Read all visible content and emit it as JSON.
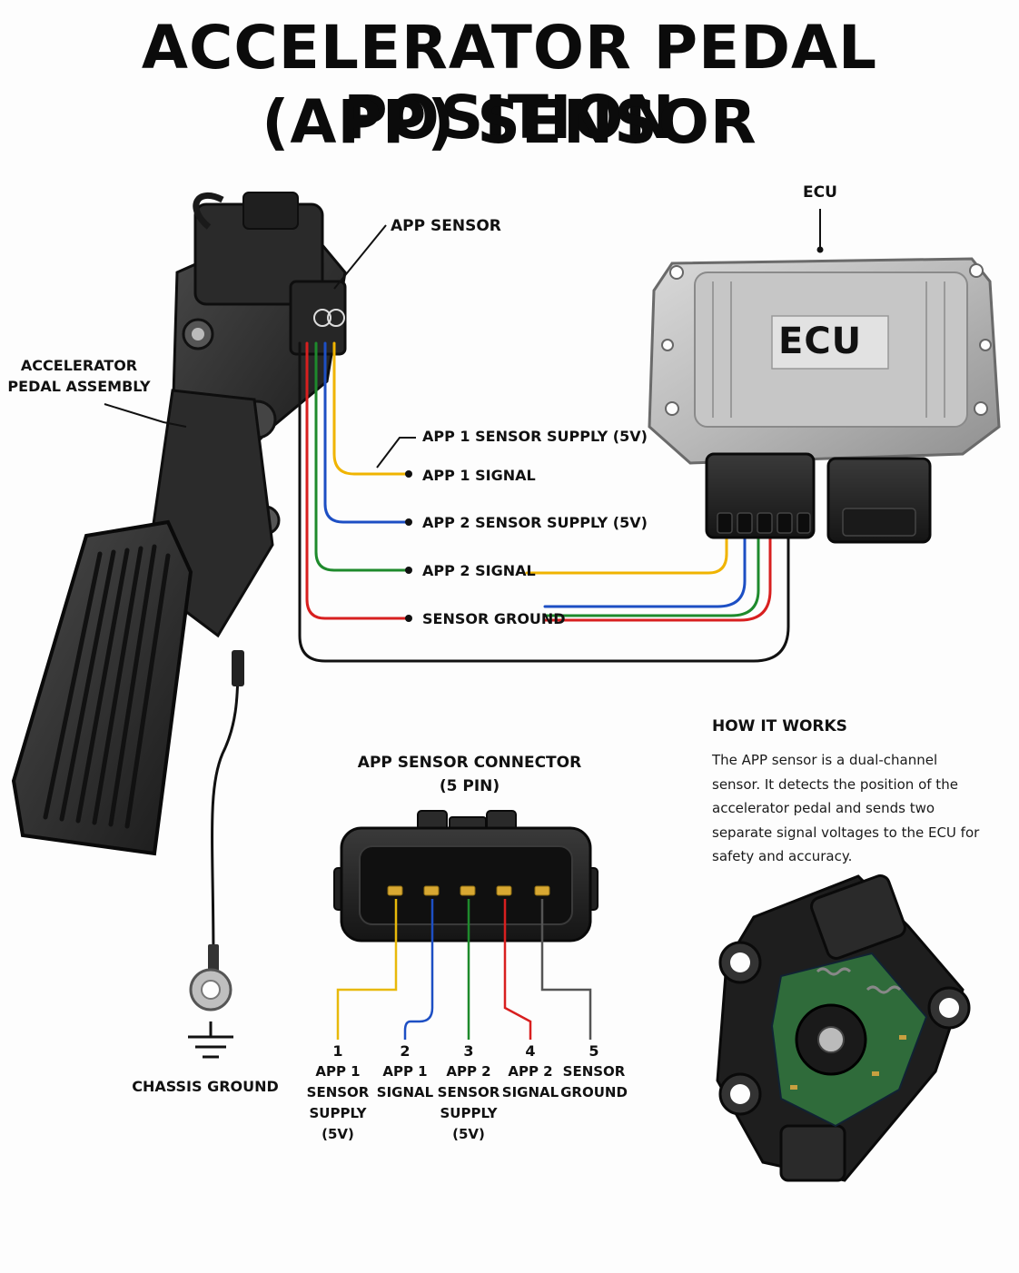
{
  "title": {
    "line1": "ACCELERATOR PEDAL POSITION",
    "line2": "(APP) SENSOR"
  },
  "labels": {
    "app_sensor": "APP SENSOR",
    "ecu_label": "ECU",
    "ecu_badge": "ECU",
    "pedal_assembly_line1": "ACCELERATOR",
    "pedal_assembly_line2": "PEDAL ASSEMBLY",
    "chassis_ground": "CHASSIS GROUND"
  },
  "wires": [
    {
      "label": "APP 1 SENSOR SUPPLY (5V)",
      "color": "#111111"
    },
    {
      "label": "APP 1 SIGNAL",
      "color": "#f0b400"
    },
    {
      "label": "APP 2 SENSOR SUPPLY (5V)",
      "color": "#1d4fc4"
    },
    {
      "label": "APP 2 SIGNAL",
      "color": "#1e8a2c"
    },
    {
      "label": "SENSOR GROUND",
      "color": "#d81f1f"
    }
  ],
  "connector": {
    "title_line1": "APP SENSOR CONNECTOR",
    "title_line2": "(5 PIN)",
    "pins": [
      {
        "number": "1",
        "lines": [
          "APP 1",
          "SENSOR",
          "SUPPLY",
          "(5V)"
        ],
        "color": "#e8b90a"
      },
      {
        "number": "2",
        "lines": [
          "APP 1",
          "SIGNAL"
        ],
        "color": "#1d4fc4"
      },
      {
        "number": "3",
        "lines": [
          "APP 2",
          "SENSOR",
          "SUPPLY",
          "(5V)"
        ],
        "color": "#1e8a2c"
      },
      {
        "number": "4",
        "lines": [
          "APP 2",
          "SIGNAL"
        ],
        "color": "#d81f1f"
      },
      {
        "number": "5",
        "lines": [
          "SENSOR",
          "GROUND"
        ],
        "color": "#555555"
      }
    ]
  },
  "how_it_works": {
    "title": "HOW IT WORKS",
    "body": "The APP sensor is a dual-channel sensor. It detects the position of the accelerator pedal and sends two separate signal voltages to the ECU for safety and accuracy."
  }
}
